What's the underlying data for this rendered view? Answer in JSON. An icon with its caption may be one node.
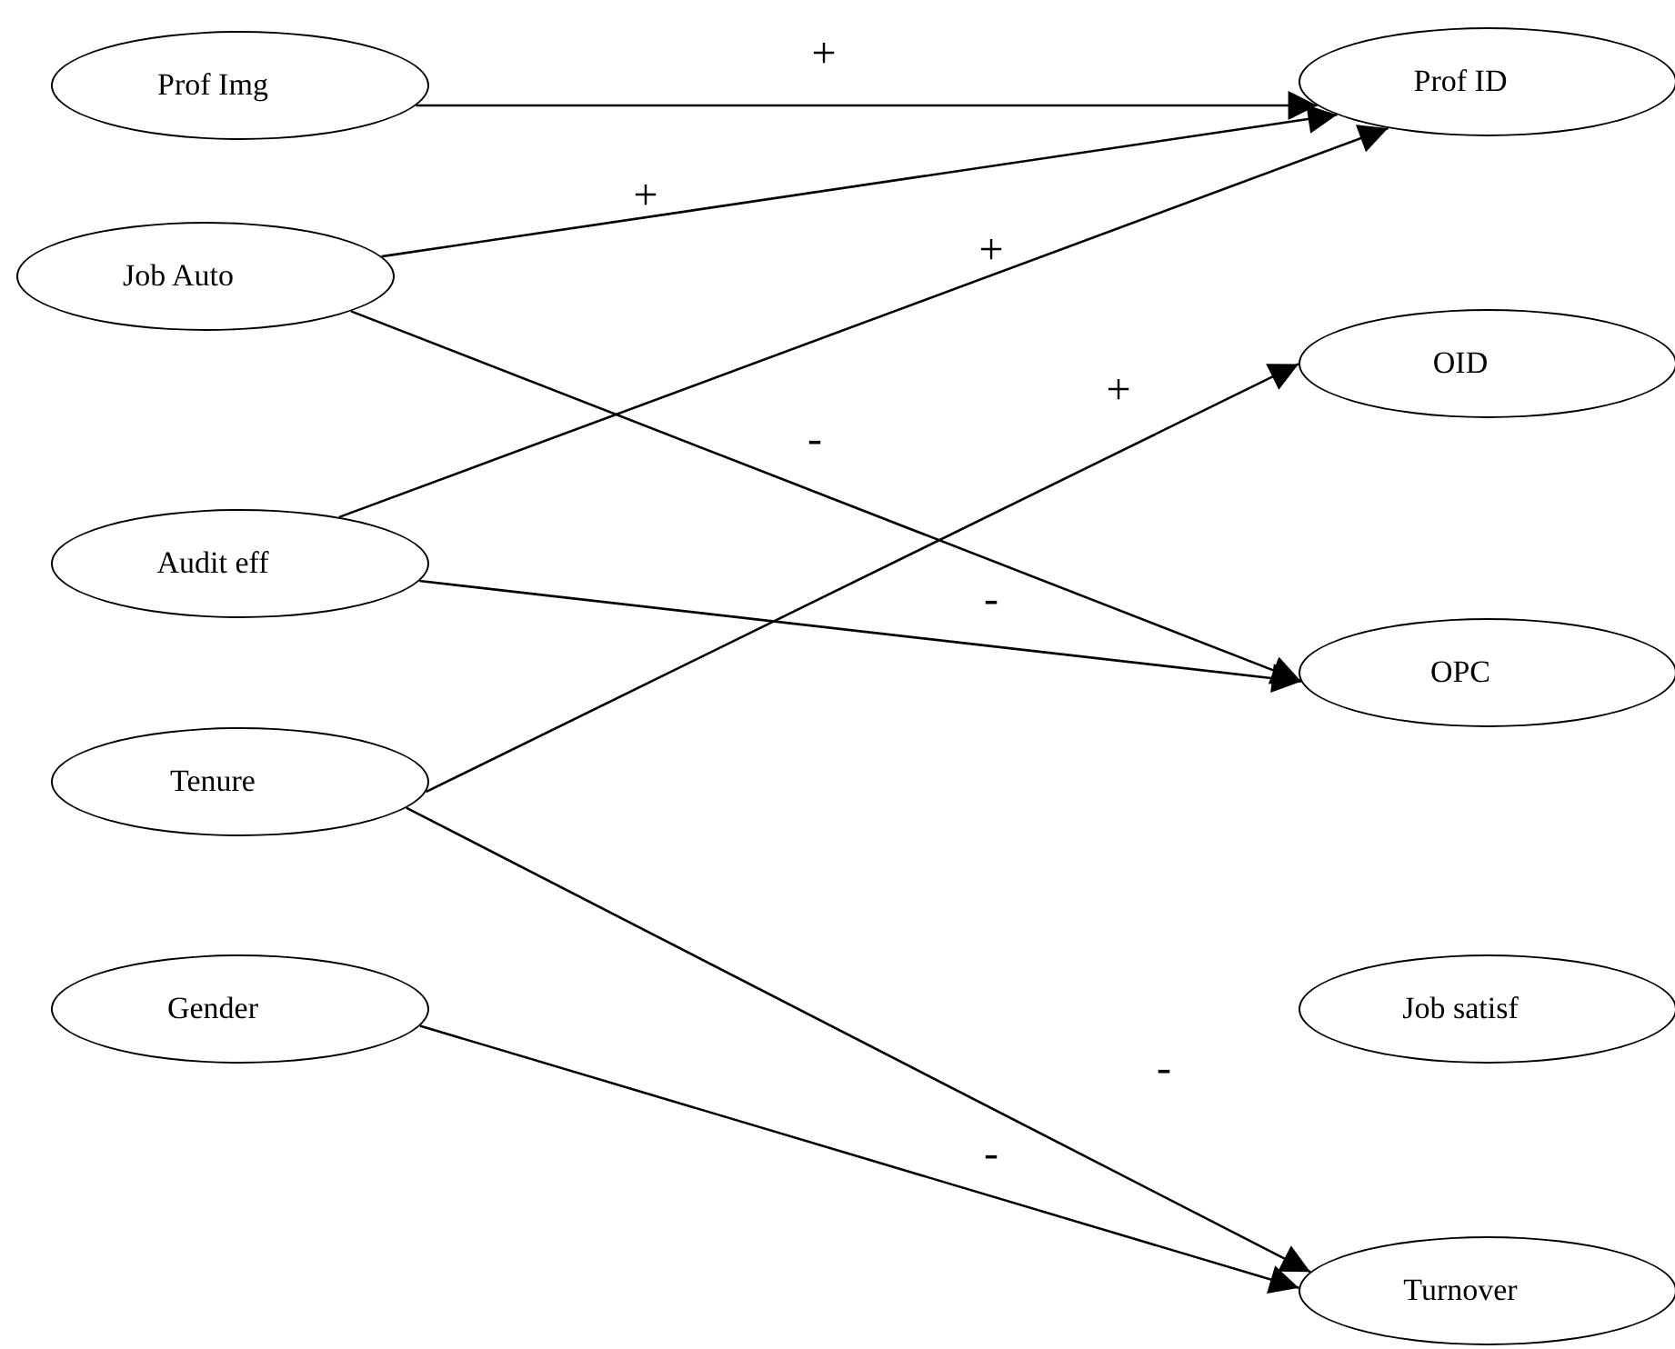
{
  "diagram": {
    "nodes": [
      {
        "text": [
          "Prof Img"
        ]
      },
      {
        "text": [
          "Job Auto"
        ]
      },
      {
        "text": [
          "Audit eff"
        ]
      },
      {
        "text": [
          "Tenure"
        ]
      },
      {
        "text": [
          "Gender"
        ]
      },
      {
        "text": [
          "Prof ID"
        ]
      },
      {
        "text": [
          "OID"
        ]
      },
      {
        "text": [
          "OPC"
        ]
      },
      {
        "text": [
          "Job satisf"
        ]
      },
      {
        "text": [
          "Turnover"
        ]
      }
    ],
    "edges": [
      {
        "from": 0,
        "to": 5,
        "arrow": "to",
        "label": "+"
      },
      {
        "from": 1,
        "to": 5,
        "arrow": "to",
        "label": "+"
      },
      {
        "from": 2,
        "to": 5,
        "arrow": "to",
        "label": "+"
      },
      {
        "from": 1,
        "to": 7,
        "arrow": "to",
        "label": "-"
      },
      {
        "from": 2,
        "to": 7,
        "arrow": "to",
        "label": "-"
      },
      {
        "from": 3,
        "to": 6,
        "arrow": "to",
        "label": "+"
      },
      {
        "from": 3,
        "to": 9,
        "arrow": "to",
        "label": "-"
      },
      {
        "from": 4,
        "to": 9,
        "arrow": "to",
        "label": "-"
      }
    ]
  }
}
